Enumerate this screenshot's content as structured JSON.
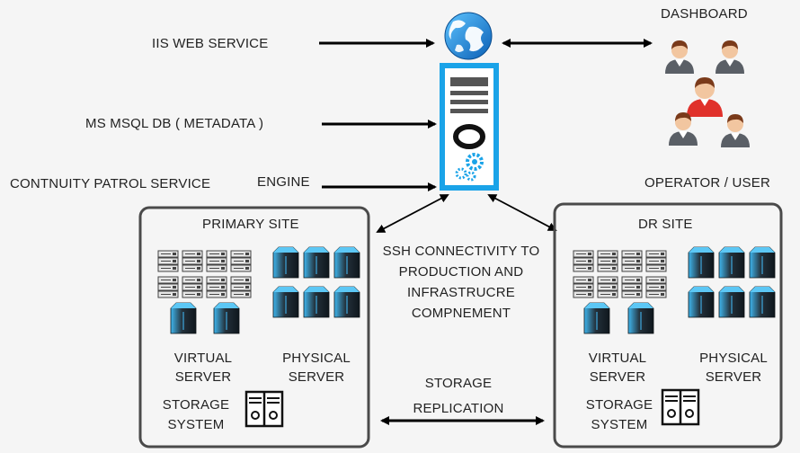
{
  "left_labels": {
    "iis_web_service": "IIS WEB SERVICE",
    "msql_db": "MS MSQL DB ( METADATA )",
    "cp_service": "CONTNUITY PATROL SERVICE",
    "engine": "ENGINE"
  },
  "dashboard": "DASHBOARD",
  "operator_user": "OPERATOR / USER",
  "ssh_text": [
    "SSH CONNECTIVITY TO",
    "PRODUCTION AND",
    "INFRASTRUCRE",
    "COMPNEMENT"
  ],
  "primary_site": {
    "title": "PRIMARY SITE",
    "virtual_server": [
      "VIRTUAL",
      "SERVER"
    ],
    "physical_server": [
      "PHYSICAL",
      "SERVER"
    ],
    "storage_system": [
      "STORAGE",
      "SYSTEM"
    ]
  },
  "dr_site": {
    "title": "DR SITE",
    "virtual_server": [
      "VIRTUAL",
      "SERVER"
    ],
    "physical_server": [
      "PHYSICAL",
      "SERVER"
    ],
    "storage_system": [
      "STORAGE",
      "SYSTEM"
    ]
  },
  "storage_replication": [
    "STORAGE",
    "REPLICATION"
  ],
  "colors": {
    "accent_blue": "#1aa3e8",
    "box_border": "#4a4a4a",
    "server_dark": "#1e2a33",
    "user_red": "#e0312b",
    "user_skin": "#f2c6a0",
    "user_hair": "#7a3a1a"
  },
  "icons": {
    "globe": "globe-icon",
    "server_tower": "server-tower-icon",
    "users": "users-group-icon",
    "virtual_server": "virtual-server-icon",
    "physical_server": "physical-server-icon",
    "storage": "storage-system-icon",
    "gears": "gears-icon"
  }
}
